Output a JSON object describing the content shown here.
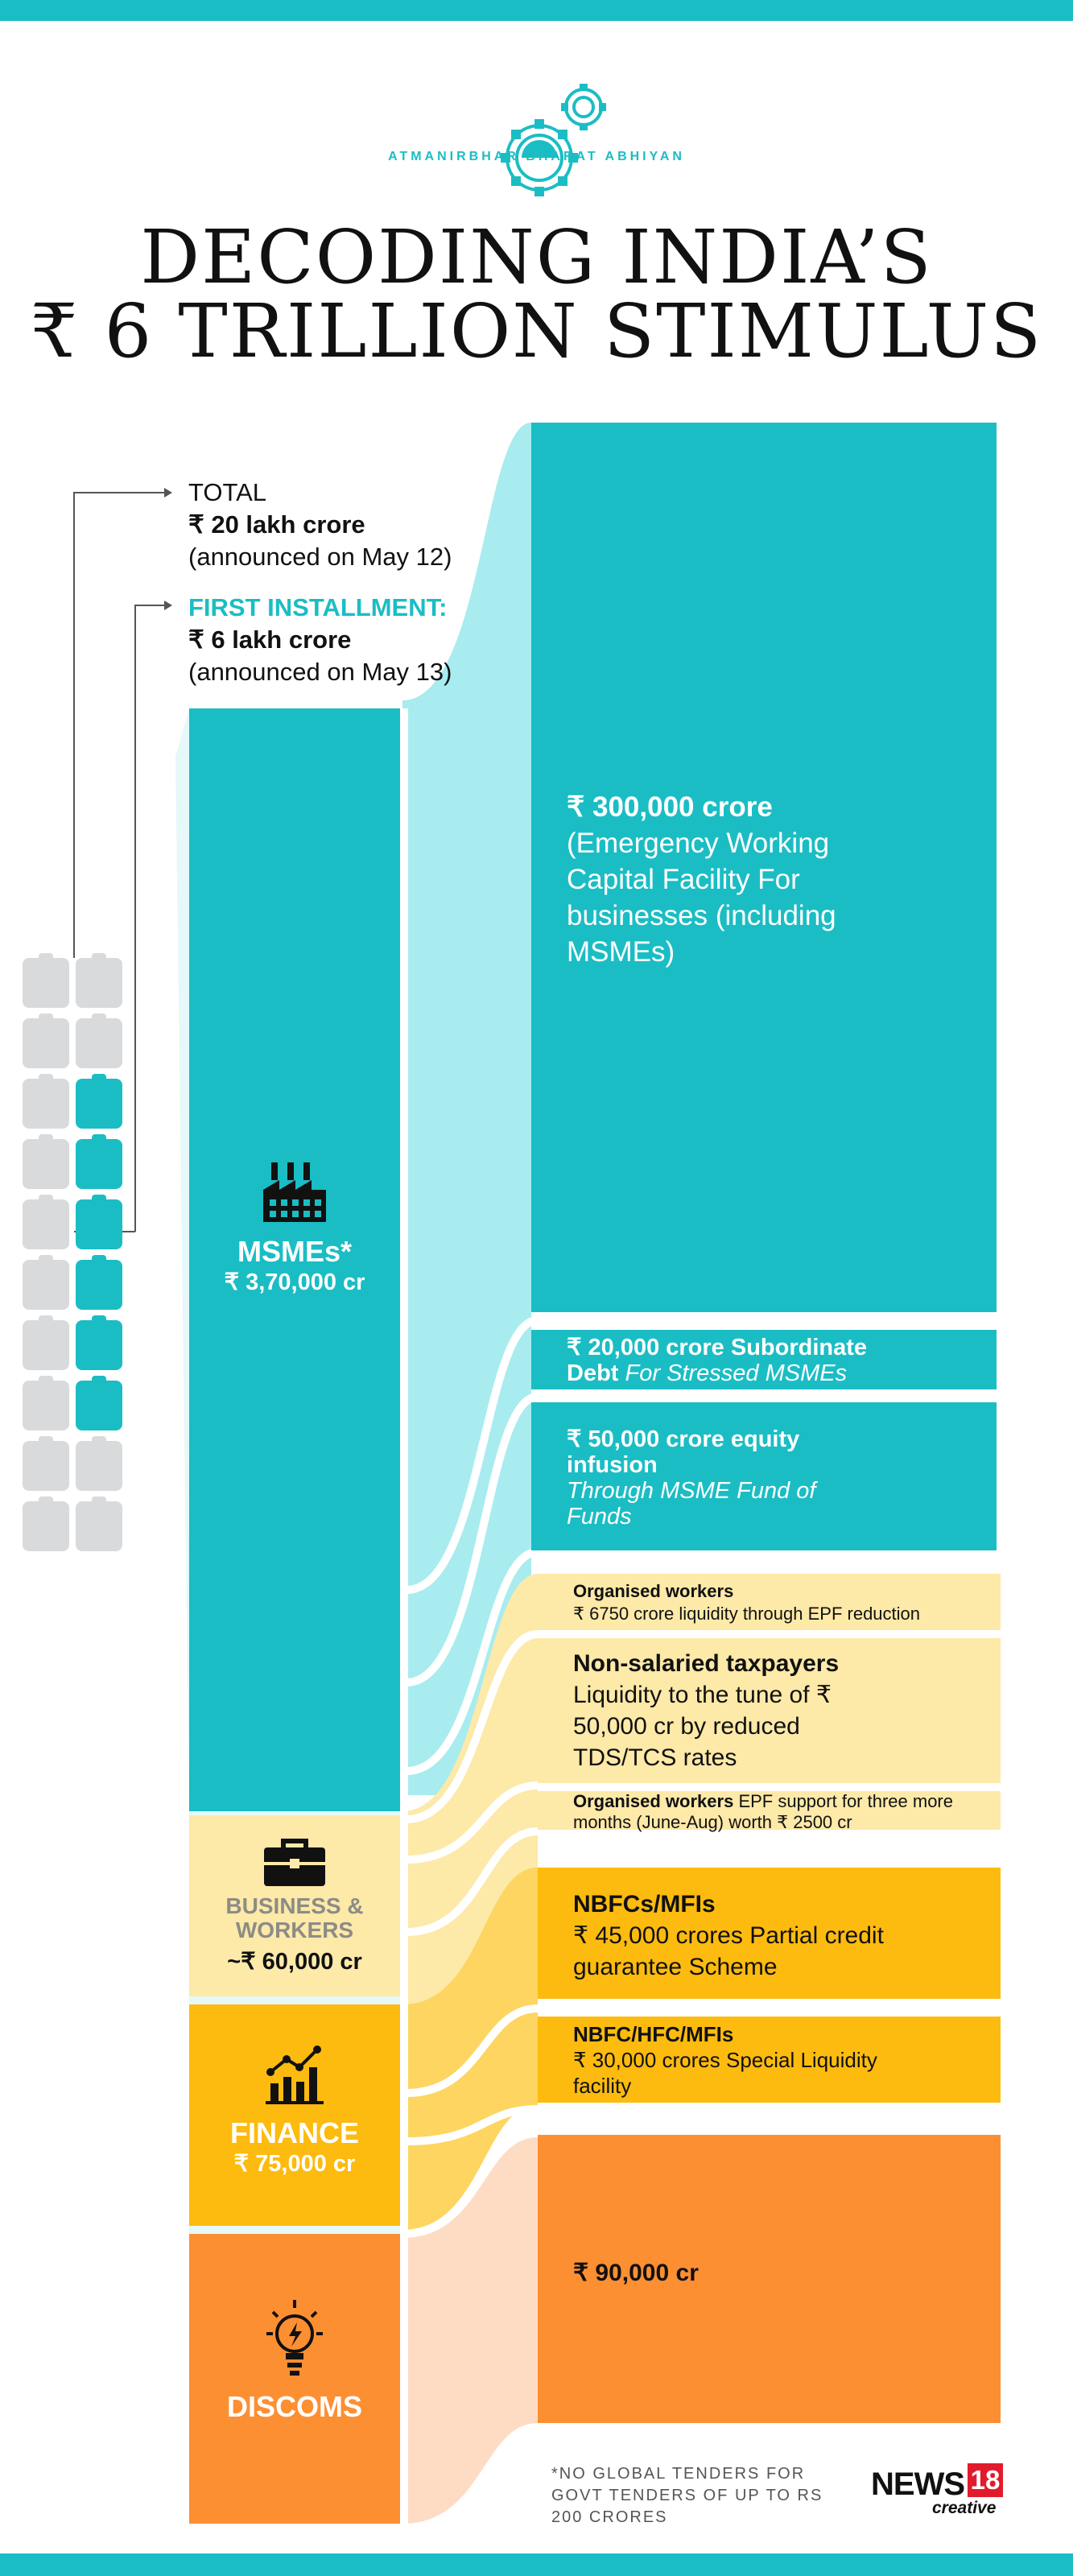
{
  "header": {
    "logo_text": "ATMANIRBHAR BHARAT ABHIYAN",
    "title_line1": "DECODING INDIA’S",
    "title_line2": "₹ 6 TRILLION STIMULUS"
  },
  "legend": {
    "total_label": "TOTAL",
    "total_value": "₹ 20 lakh crore",
    "total_note": "(announced on May 12)",
    "first_label": "FIRST INSTALLMENT:",
    "first_value": "₹ 6 lakh crore",
    "first_note": "(announced on May 13)",
    "grid": {
      "total_cells": 20,
      "highlighted_cells": 6
    }
  },
  "categories": [
    {
      "name": "MSMEs*",
      "value": "₹ 3,70,000 cr",
      "icon": "factory-icon",
      "color": "#1bbdc4"
    },
    {
      "name": "BUSINESS & WORKERS",
      "value": "~₹ 60,000 cr",
      "icon": "briefcase-icon",
      "color": "#fde9a8"
    },
    {
      "name": "FINANCE",
      "value": "₹ 75,000 cr",
      "icon": "bar-chart-icon",
      "color": "#fdbb0f"
    },
    {
      "name": "DISCOMS",
      "value": "",
      "icon": "bulb-icon",
      "color": "#fd8f33"
    }
  ],
  "items": [
    {
      "bold": "₹ 300,000 crore",
      "text": "(Emergency Working Capital Facility For businesses (including MSMEs)"
    },
    {
      "bold": "₹ 20,000 crore Subordinate Debt",
      "italic": "For Stressed MSMEs"
    },
    {
      "bold": "₹ 50,000 crore equity infusion",
      "italic": "Through MSME Fund of Funds"
    },
    {
      "bold": "Organised workers",
      "text": "₹ 6750 crore liquidity through EPF reduction"
    },
    {
      "bold": "Non-salaried taxpayers",
      "text": "Liquidity to the tune of ₹ 50,000 cr by reduced TDS/TCS rates"
    },
    {
      "bold": "Organised workers",
      "text": "EPF support for three more months (June-Aug) worth ₹ 2500 cr"
    },
    {
      "bold": "NBFCs/MFIs",
      "text": "₹ 45,000 crores Partial credit guarantee Scheme"
    },
    {
      "bold": "NBFC/HFC/MFIs",
      "text": "₹ 30,000 crores Special Liquidity facility"
    },
    {
      "bold": "₹ 90,000 cr"
    }
  ],
  "footnote": "*NO GLOBAL TENDERS FOR GOVT TENDERS OF UP TO RS 200 CRORES",
  "brand": {
    "name": "NEWS",
    "number": "18",
    "sub": "creative"
  },
  "colors": {
    "teal": "#1bbdc4",
    "light_teal": "#a8ecef",
    "pale_teal": "#e6f8f9",
    "pale_yellow": "#fde9a8",
    "yellow": "#fdbb0f",
    "orange": "#fd8f33",
    "peach": "#fedcc4"
  }
}
